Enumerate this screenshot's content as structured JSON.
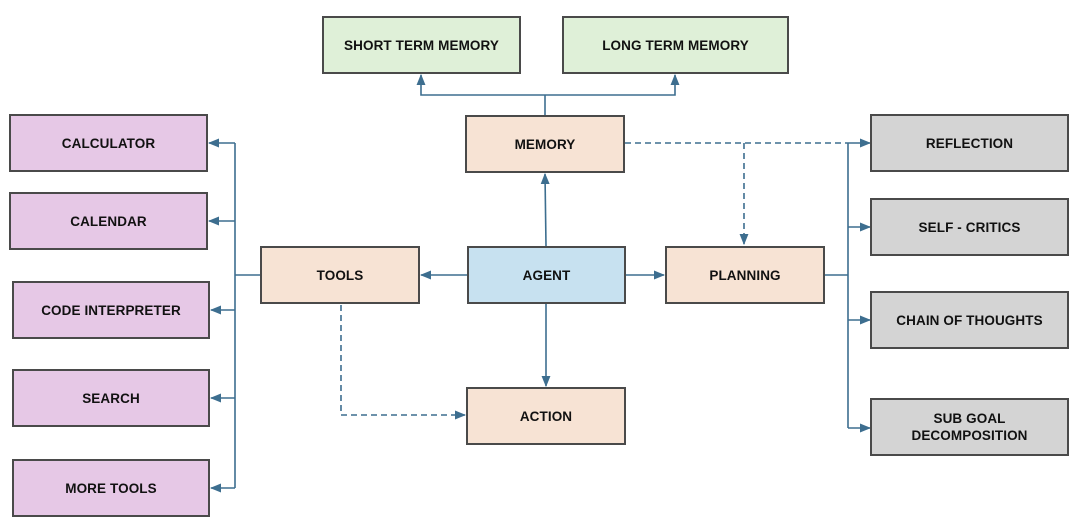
{
  "colors": {
    "memory_nodes": "#dff0d8",
    "core_nodes": "#f7e3d4",
    "agent_node": "#c7e1f0",
    "tool_nodes": "#e6c8e6",
    "planning_nodes": "#d4d4d4",
    "connector": "#3d6e8f"
  },
  "nodes": {
    "short_term_memory": "SHORT TERM MEMORY",
    "long_term_memory": "LONG TERM MEMORY",
    "memory": "MEMORY",
    "agent": "AGENT",
    "tools": "TOOLS",
    "planning": "PLANNING",
    "action": "ACTION",
    "calculator": "CALCULATOR",
    "calendar": "CALENDAR",
    "code_interpreter": "CODE INTERPRETER",
    "search": "SEARCH",
    "more_tools": "MORE TOOLS",
    "reflection": "REFLECTION",
    "self_critics": "SELF - CRITICS",
    "chain_of_thoughts": "CHAIN OF THOUGHTS",
    "sub_goal_line1": "SUB GOAL",
    "sub_goal_line2": "DECOMPOSITION"
  }
}
